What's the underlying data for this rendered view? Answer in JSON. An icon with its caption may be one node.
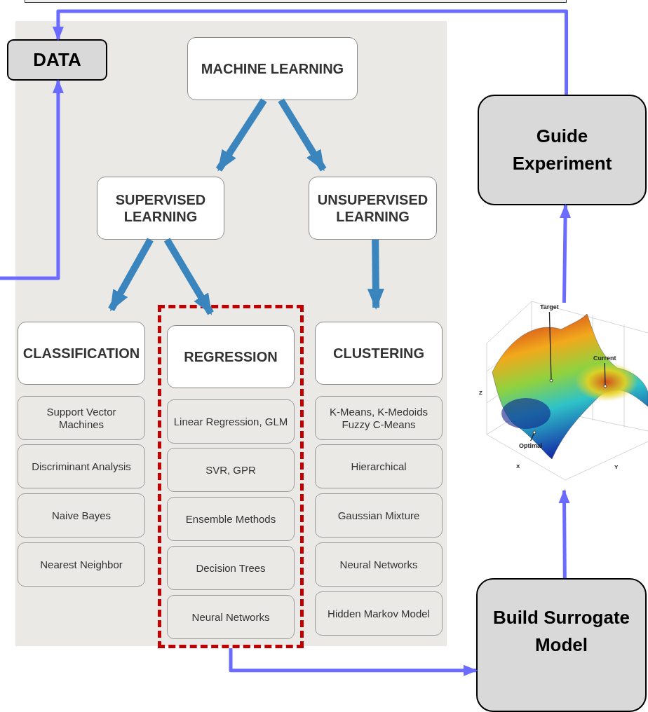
{
  "diagram": {
    "nodes": [
      {
        "text": [],
        "shape": "box"
      },
      {
        "text": [
          "DATA"
        ]
      },
      {
        "text": [],
        "shape": "box"
      },
      {
        "text": [
          "MACHINE LEARNING"
        ],
        "in": 2
      },
      {
        "text": [
          "SUPERVISED LEARNING"
        ],
        "in": 2
      },
      {
        "text": [
          "UNSUPERVISED LEARNING"
        ],
        "in": 2
      },
      {
        "text": [
          "CLASSIFICATION"
        ],
        "in": 2
      },
      {
        "text": [],
        "shape": "box",
        "in": 2
      },
      {
        "text": [
          "REGRESSION"
        ],
        "in": 7
      },
      {
        "text": [
          "CLUSTERING"
        ],
        "in": 2
      },
      {
        "text": [
          "Support Vector Machines"
        ],
        "in": 2
      },
      {
        "text": [
          "Discriminant Analysis"
        ],
        "in": 2
      },
      {
        "text": [
          "Naive Bayes"
        ],
        "in": 2
      },
      {
        "text": [
          "Nearest Neighbor"
        ],
        "in": 2
      },
      {
        "text": [
          "Linear Regression, GLM"
        ],
        "in": 7
      },
      {
        "text": [
          "SVR, GPR"
        ],
        "in": 7
      },
      {
        "text": [
          "Ensemble Methods"
        ],
        "in": 7
      },
      {
        "text": [
          "Decision Trees"
        ],
        "in": 7
      },
      {
        "text": [
          "Neural Networks"
        ],
        "in": 7
      },
      {
        "text": [
          "K-Means, K-Medoids Fuzzy C-Means"
        ],
        "in": 2
      },
      {
        "text": [
          "Hierarchical"
        ],
        "in": 2
      },
      {
        "text": [
          "Gaussian Mixture"
        ],
        "in": 2
      },
      {
        "text": [
          "Neural Networks"
        ],
        "in": 2
      },
      {
        "text": [
          "Hidden Markov Model"
        ],
        "in": 2
      },
      {
        "text": [
          "Guide Experiment"
        ]
      },
      {
        "text": [],
        "shape": "picture"
      },
      {
        "text": [
          "Target"
        ]
      },
      {
        "text": [
          "Current"
        ],
        "in": 25
      },
      {
        "text": [
          "Optimal"
        ],
        "in": 25
      },
      {
        "text": [
          "Build Surrogate Model"
        ]
      }
    ],
    "edges": [
      {
        "from": null,
        "to": 1,
        "arrow": "to"
      },
      {
        "from": 24,
        "to": 1,
        "arrow": "to"
      },
      {
        "from": 3,
        "to": 4,
        "arrow": "to",
        "style": "thick",
        "color": "#3a85bd"
      },
      {
        "from": 3,
        "to": 5,
        "arrow": "to",
        "style": "thick",
        "color": "#3a85bd"
      },
      {
        "from": 4,
        "to": 6,
        "arrow": "to",
        "style": "thick",
        "color": "#3a85bd"
      },
      {
        "from": 4,
        "to": 8,
        "arrow": "to",
        "style": "thick",
        "color": "#3a85bd"
      },
      {
        "from": 5,
        "to": 9,
        "arrow": "to",
        "style": "thick",
        "color": "#3a85bd"
      },
      {
        "from": 7,
        "to": 29,
        "arrow": "to"
      },
      {
        "from": 29,
        "to": 25,
        "arrow": "to"
      },
      {
        "from": 25,
        "to": 24,
        "arrow": "to"
      },
      {
        "from": 26,
        "to": 25,
        "arrow": "other",
        "color": "#222222"
      },
      {
        "from": 27,
        "to": 25,
        "arrow": "other",
        "color": "#222222"
      },
      {
        "from": 28,
        "to": 25,
        "arrow": "other",
        "color": "#222222"
      }
    ],
    "labels": [
      "Z",
      "X",
      "Y"
    ]
  }
}
